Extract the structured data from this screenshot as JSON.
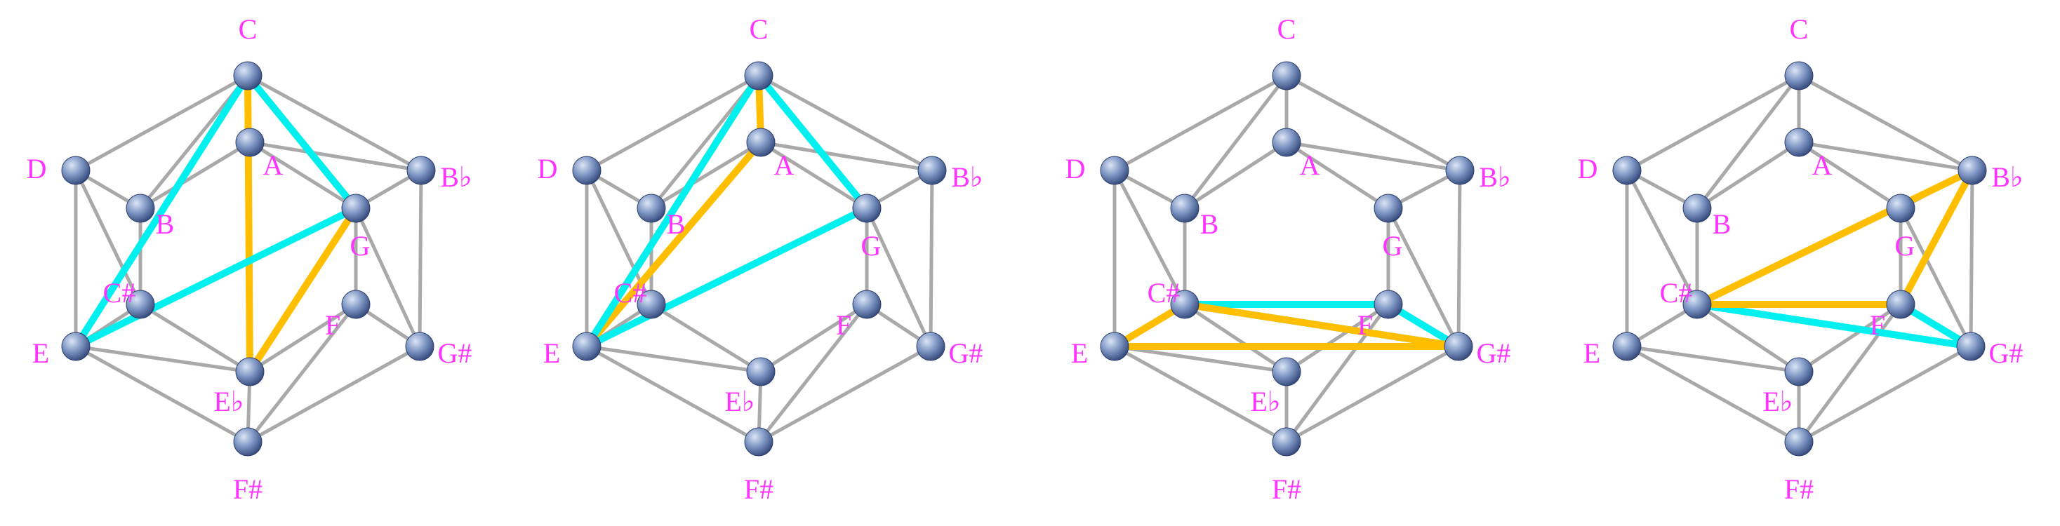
{
  "colors": {
    "label": "#ff33ff",
    "edge": "#a9a9a9",
    "chord_a": "#ffbf00",
    "chord_b": "#00f0f0",
    "node_light": "#dbe5f6",
    "node_mid": "#7f97c4",
    "node_dark": "#33487a"
  },
  "notes": [
    {
      "id": "C",
      "label": "C"
    },
    {
      "id": "Bb",
      "label": "B♭"
    },
    {
      "id": "G#",
      "label": "G#"
    },
    {
      "id": "F#",
      "label": "F#"
    },
    {
      "id": "E",
      "label": "E"
    },
    {
      "id": "D",
      "label": "D"
    },
    {
      "id": "A",
      "label": "A"
    },
    {
      "id": "G",
      "label": "G"
    },
    {
      "id": "F",
      "label": "F"
    },
    {
      "id": "Eb",
      "label": "E♭"
    },
    {
      "id": "C#",
      "label": "C#"
    },
    {
      "id": "B",
      "label": "B"
    }
  ],
  "edges": [
    [
      "C",
      "Bb"
    ],
    [
      "Bb",
      "G#"
    ],
    [
      "G#",
      "F#"
    ],
    [
      "F#",
      "E"
    ],
    [
      "E",
      "D"
    ],
    [
      "D",
      "C"
    ],
    [
      "A",
      "G"
    ],
    [
      "G",
      "F"
    ],
    [
      "F",
      "Eb"
    ],
    [
      "Eb",
      "C#"
    ],
    [
      "C#",
      "B"
    ],
    [
      "B",
      "A"
    ],
    [
      "C",
      "A"
    ],
    [
      "C",
      "B"
    ],
    [
      "Bb",
      "A"
    ],
    [
      "Bb",
      "G"
    ],
    [
      "G#",
      "G"
    ],
    [
      "G#",
      "F"
    ],
    [
      "F#",
      "F"
    ],
    [
      "F#",
      "Eb"
    ],
    [
      "E",
      "Eb"
    ],
    [
      "E",
      "C#"
    ],
    [
      "D",
      "C#"
    ],
    [
      "D",
      "B"
    ]
  ],
  "panels": [
    {
      "chords": [
        {
          "color": "chord_a",
          "notes": [
            "C",
            "G",
            "Eb"
          ]
        },
        {
          "color": "chord_b",
          "notes": [
            "C",
            "G",
            "E"
          ]
        }
      ]
    },
    {
      "chords": [
        {
          "color": "chord_a",
          "notes": [
            "C",
            "A",
            "E"
          ]
        },
        {
          "color": "chord_b",
          "notes": [
            "C",
            "G",
            "E"
          ]
        }
      ]
    },
    {
      "chords": [
        {
          "color": "chord_b",
          "notes": [
            "C#",
            "F",
            "G#"
          ]
        },
        {
          "color": "chord_a",
          "notes": [
            "C#",
            "G#",
            "E"
          ]
        }
      ]
    },
    {
      "chords": [
        {
          "color": "chord_b",
          "notes": [
            "C#",
            "F",
            "G#"
          ]
        },
        {
          "color": "chord_a",
          "notes": [
            "C#",
            "F",
            "Bb"
          ]
        }
      ]
    }
  ]
}
